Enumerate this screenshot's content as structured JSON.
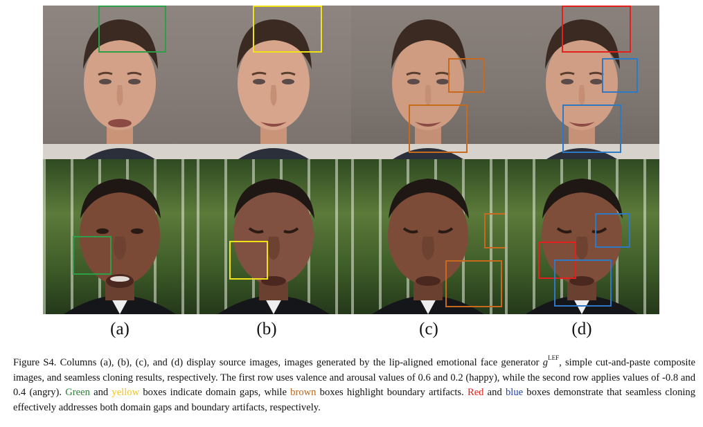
{
  "column_labels": [
    "(a)",
    "(b)",
    "(c)",
    "(d)"
  ],
  "caption": {
    "lead": "Figure S4.  Columns (a), (b), (c), and (d) display source images, images generated by the lip-aligned emotional face generator ",
    "g_symbol": "g",
    "g_superscript": "LEF",
    "after_g": ", simple cut-and-paste composite images, and seamless cloning results, respectively. The first row uses valence and arousal values of 0.6 and 0.2 (happy), while the second row applies values of -0.8 and 0.4 (angry). ",
    "green": "Green",
    "and_1": " and ",
    "yellow": "yellow",
    "mid_1": " boxes indicate domain gaps, while ",
    "brown": "brown",
    "mid_2": " boxes highlight boundary artifacts. ",
    "red": "Red",
    "and_2": " and ",
    "blue": "blue",
    "tail": " boxes demonstrate that seamless cloning effectively addresses both domain gaps and boundary artifacts, respectively."
  },
  "colors": {
    "green": "#2e9e48",
    "yellow": "#f2e21a",
    "brown": "#c86a1e",
    "red": "#e3201b",
    "blue": "#2f78c4"
  },
  "photos": [
    {
      "row": 1,
      "column": "(a)",
      "subject": "source image, happy row",
      "boxes": [
        "green"
      ]
    },
    {
      "row": 1,
      "column": "(b)",
      "subject": "generated image, happy row",
      "boxes": [
        "yellow"
      ]
    },
    {
      "row": 1,
      "column": "(c)",
      "subject": "cut-and-paste composite, happy row",
      "boxes": [
        "brown",
        "brown"
      ]
    },
    {
      "row": 1,
      "column": "(d)",
      "subject": "seamless cloning result, happy row",
      "boxes": [
        "red",
        "blue",
        "blue"
      ]
    },
    {
      "row": 2,
      "column": "(a)",
      "subject": "source image, angry row",
      "boxes": [
        "green"
      ]
    },
    {
      "row": 2,
      "column": "(b)",
      "subject": "generated image, angry row",
      "boxes": [
        "yellow"
      ]
    },
    {
      "row": 2,
      "column": "(c)",
      "subject": "cut-and-paste composite, angry row",
      "boxes": [
        "brown",
        "brown"
      ]
    },
    {
      "row": 2,
      "column": "(d)",
      "subject": "seamless cloning result, angry row",
      "boxes": [
        "red",
        "blue"
      ]
    }
  ]
}
